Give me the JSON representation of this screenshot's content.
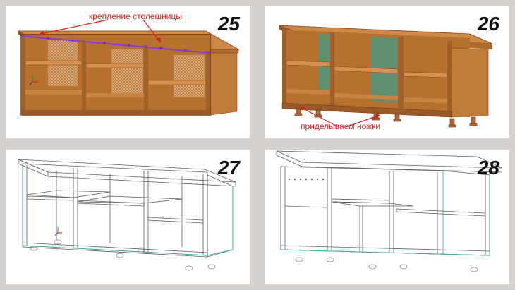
{
  "panels": [
    {
      "number": "25",
      "annotation": "крепление столешницы"
    },
    {
      "number": "26",
      "annotation": "приделываем ножки"
    },
    {
      "number": "27"
    },
    {
      "number": "28"
    }
  ],
  "colors": {
    "wood": "#c97a3a",
    "wood_dark": "#8f4f20",
    "wood_light": "#d99355",
    "green_back": "#5f8f6f",
    "annotation": "#d42020",
    "edge_purple": "#8a3bd0",
    "wire": "#5a5a5a",
    "wire_teal": "#3ab0b0",
    "background": "#d6d2d0"
  }
}
